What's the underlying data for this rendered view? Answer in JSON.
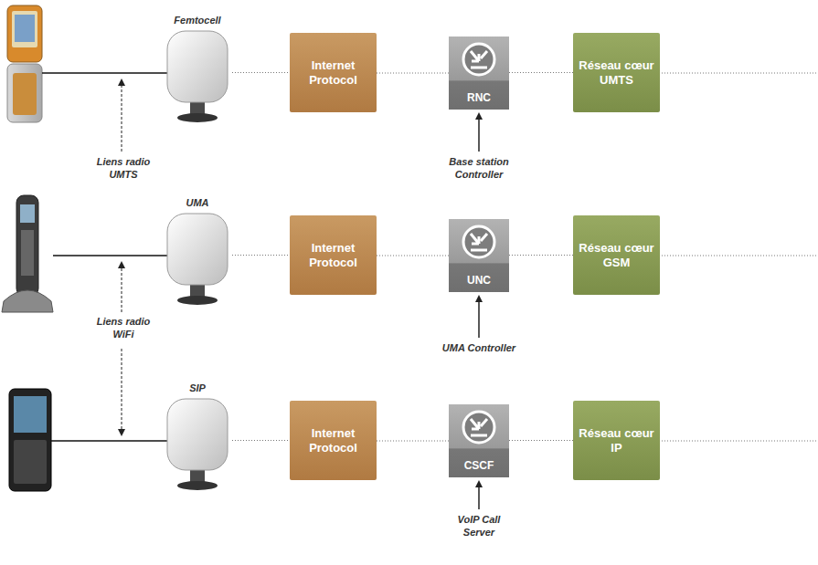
{
  "diagram": {
    "nodes": [
      {
        "text": [
          "Femtocell"
        ]
      },
      {
        "text": [
          "Internet Protocol"
        ]
      },
      {
        "text": [
          "RNC"
        ]
      },
      {
        "text": [
          "Réseau cœur UMTS"
        ]
      },
      {
        "text": [
          "UMA"
        ]
      },
      {
        "text": [
          "Internet Protocol"
        ]
      },
      {
        "text": [
          "UNC"
        ]
      },
      {
        "text": [
          "Réseau cœur GSM"
        ]
      },
      {
        "text": [
          "SIP"
        ]
      },
      {
        "text": [
          "Internet Protocol"
        ]
      },
      {
        "text": [
          "CSCF"
        ]
      },
      {
        "text": [
          "Réseau cœur IP"
        ]
      }
    ],
    "edges": [
      {
        "from": 0,
        "to": 1,
        "arrow": "none"
      },
      {
        "from": 1,
        "to": 2,
        "arrow": "none"
      },
      {
        "from": 2,
        "to": 3,
        "arrow": "none"
      },
      {
        "from": 4,
        "to": 5,
        "arrow": "none"
      },
      {
        "from": 5,
        "to": 6,
        "arrow": "none"
      },
      {
        "from": 6,
        "to": 7,
        "arrow": "none"
      },
      {
        "from": 8,
        "to": 9,
        "arrow": "none"
      },
      {
        "from": 9,
        "to": 10,
        "arrow": "none"
      },
      {
        "from": 10,
        "to": 11,
        "arrow": "none"
      }
    ],
    "labels": [
      "Liens radio UMTS",
      "Liens radio WiFi",
      "Base station Controller",
      "UMA Controller",
      "VoIP Call Server"
    ]
  }
}
